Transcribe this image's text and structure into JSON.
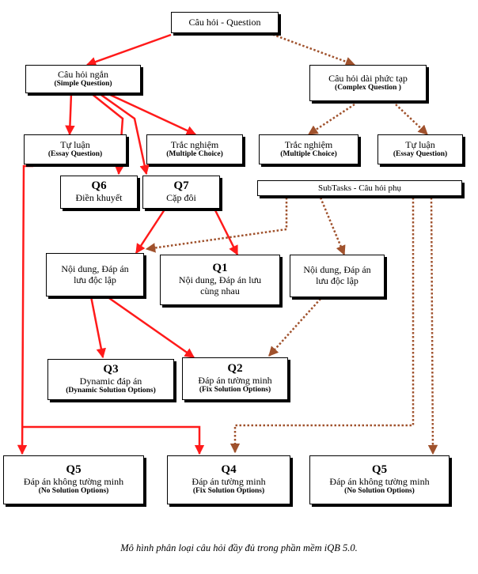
{
  "colors": {
    "solid": "#ff1a1a",
    "dotted": "#a0522d"
  },
  "nodes": {
    "root": {
      "main": "Câu hỏi - Question"
    },
    "simple": {
      "main": "Câu hỏi ngắn",
      "sub": "(Simple Question)"
    },
    "complex": {
      "main": "Câu hỏi dài phức tạp",
      "sub": "(Complex Question )"
    },
    "essay_l": {
      "main": "Tự luận",
      "sub": "(Essay Question)"
    },
    "mc_l": {
      "main": "Trắc nghiệm",
      "sub": "(Multiple Choice)"
    },
    "mc_r": {
      "main": "Trắc nghiệm",
      "sub": "(Multiple Choice)"
    },
    "essay_r": {
      "main": "Tự luận",
      "sub": "(Essay Question)"
    },
    "q6": {
      "code": "Q6",
      "main": "Điền khuyết"
    },
    "q7": {
      "code": "Q7",
      "main": "Cặp đôi"
    },
    "subtasks": {
      "main": "SubTasks - Câu hỏi phụ"
    },
    "sep_l": {
      "main_1": "Nội dung, Đáp án",
      "main_2": "lưu độc lập"
    },
    "q1": {
      "code": "Q1",
      "main_1": "Nội dung, Đáp án lưu",
      "main_2": "cùng nhau"
    },
    "sep_r": {
      "main_1": "Nội dung, Đáp án",
      "main_2": "lưu độc lập"
    },
    "q3": {
      "code": "Q3",
      "main": "Dynamic đáp án",
      "sub": "(Dynamic Solution Options)"
    },
    "q2": {
      "code": "Q2",
      "main": "Đáp án tường minh",
      "sub": "(Fix Solution Options)"
    },
    "q5_l": {
      "code": "Q5",
      "main": "Đáp án không tường minh",
      "sub": "(No Solution Options)"
    },
    "q4": {
      "code": "Q4",
      "main": "Đáp án tường minh",
      "sub": "(Fix Solution Options)"
    },
    "q5_r": {
      "code": "Q5",
      "main": "Đáp án không tường minh",
      "sub": "(No Solution Options)"
    }
  },
  "caption": "Mô hình phân loại câu hỏi đầy đủ trong phần mềm iQB 5.0."
}
